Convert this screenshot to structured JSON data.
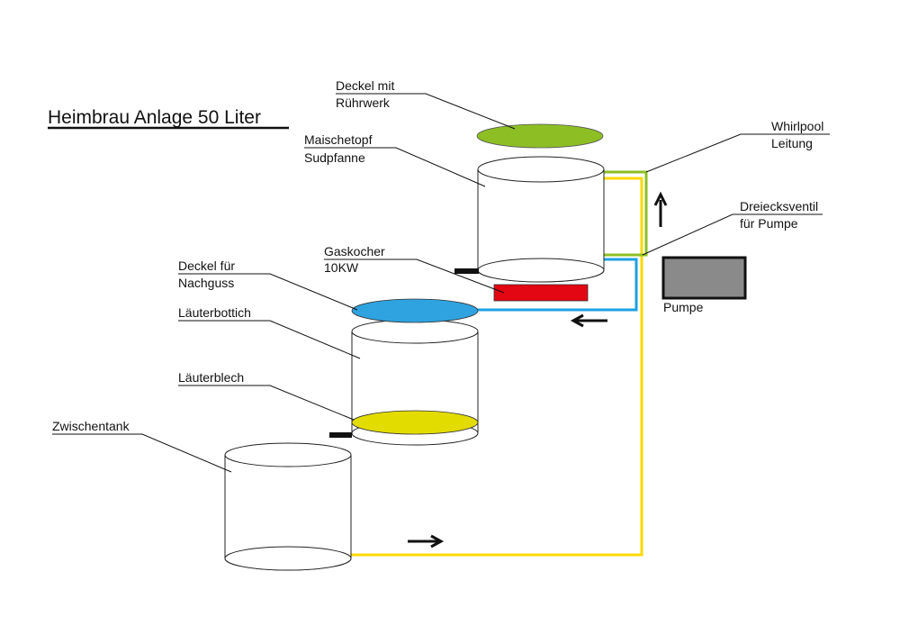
{
  "title": "Heimbrau Anlage 50 Liter",
  "colors": {
    "lid_stirrer": "#8dbf24",
    "lid_sparge": "#2ea3e0",
    "lauter_plate": "#e3dc00",
    "burner": "#e30613",
    "pump": "#8a8a8a",
    "pipe_yellow": "#fcd800",
    "pipe_green": "#8dbf24",
    "pipe_blue": "#1da1e2"
  },
  "labels": {
    "lid_stirrer": [
      "Deckel mit",
      "Rührwerk"
    ],
    "mash_pot": [
      "Maischetopf",
      "Sudpfanne"
    ],
    "burner": [
      "Gaskocher",
      "10KW"
    ],
    "lid_sparge": [
      "Deckel für",
      "Nachguss"
    ],
    "lauter_tun": [
      "Läuterbottich"
    ],
    "lauter_plate": [
      "Läuterblech"
    ],
    "intermediate_tank": [
      "Zwischentank"
    ],
    "whirlpool": [
      "Whirlpool",
      "Leitung"
    ],
    "valve": [
      "Dreiecksventil",
      "für Pumpe"
    ],
    "pump": [
      "Pumpe"
    ]
  },
  "arrows": {
    "up": "up-arrow",
    "left": "left-arrow",
    "right": "right-arrow"
  }
}
